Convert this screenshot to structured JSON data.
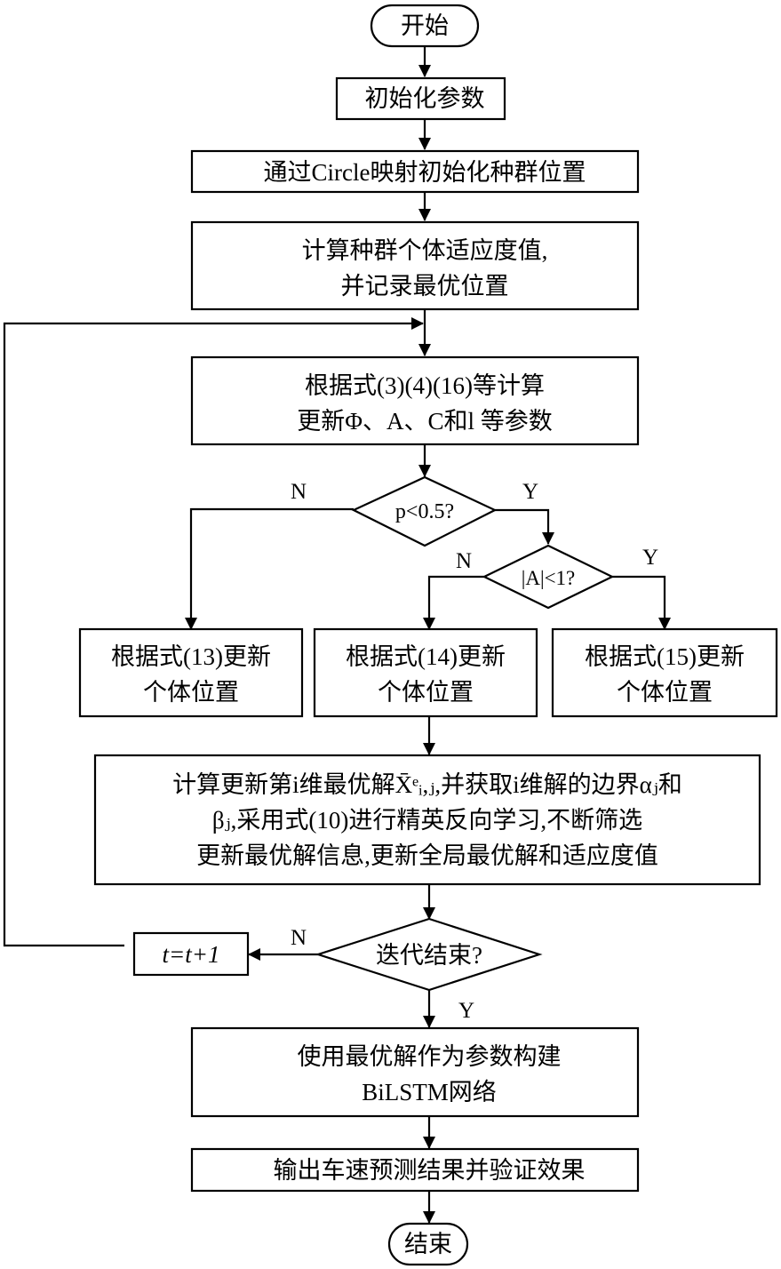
{
  "diagram": {
    "type": "flowchart",
    "nodes": {
      "start": {
        "text": "开始"
      },
      "init_params": {
        "text": "初始化参数"
      },
      "circle_init": {
        "text": "通过Circle映射初始化种群位置"
      },
      "calc_fitness": {
        "lines": [
          "计算种群个体适应度值,",
          "并记录最优位置"
        ]
      },
      "update_params": {
        "lines": [
          "根据式(3)(4)(16)等计算",
          "更新Φ、A、C和l 等参数"
        ]
      },
      "decision_p": {
        "text": "p<0.5?"
      },
      "decision_a": {
        "text": "|A|<1?"
      },
      "update13": {
        "lines": [
          "根据式(13)更新",
          "个体位置"
        ]
      },
      "update14": {
        "lines": [
          "根据式(14)更新",
          "个体位置"
        ]
      },
      "update15": {
        "lines": [
          "根据式(15)更新",
          "个体位置"
        ]
      },
      "elite_learning": {
        "lines": [
          "计算更新第i维最优解X̄ᵉᵢ,ⱼ,并获取i维解的边界αⱼ和",
          "βⱼ,采用式(10)进行精英反向学习,不断筛选",
          "更新最优解信息,更新全局最优解和适应度值"
        ]
      },
      "decision_end": {
        "text": "迭代结束?"
      },
      "increment": {
        "text": "t=t+1"
      },
      "build_bilstm": {
        "lines": [
          "使用最优解作为参数构建",
          "BiLSTM网络"
        ]
      },
      "output": {
        "text": "输出车速预测结果并验证效果"
      },
      "end": {
        "text": "结束"
      }
    },
    "branch_labels": {
      "p_no": "N",
      "p_yes": "Y",
      "a_no": "N",
      "a_yes": "Y",
      "end_no": "N",
      "end_yes": "Y"
    },
    "edges": [
      {
        "from": "start",
        "to": "init_params"
      },
      {
        "from": "init_params",
        "to": "circle_init"
      },
      {
        "from": "circle_init",
        "to": "calc_fitness"
      },
      {
        "from": "calc_fitness",
        "to": "update_params"
      },
      {
        "from": "update_params",
        "to": "decision_p"
      },
      {
        "from": "decision_p",
        "to": "update13",
        "label": "N"
      },
      {
        "from": "decision_p",
        "to": "decision_a",
        "label": "Y"
      },
      {
        "from": "decision_a",
        "to": "update14",
        "label": "N"
      },
      {
        "from": "decision_a",
        "to": "update15",
        "label": "Y"
      },
      {
        "from": "update14",
        "to": "elite_learning"
      },
      {
        "from": "elite_learning",
        "to": "decision_end"
      },
      {
        "from": "decision_end",
        "to": "increment",
        "label": "N"
      },
      {
        "from": "increment",
        "to": "update_params"
      },
      {
        "from": "decision_end",
        "to": "build_bilstm",
        "label": "Y"
      },
      {
        "from": "build_bilstm",
        "to": "output"
      },
      {
        "from": "output",
        "to": "end"
      }
    ]
  }
}
